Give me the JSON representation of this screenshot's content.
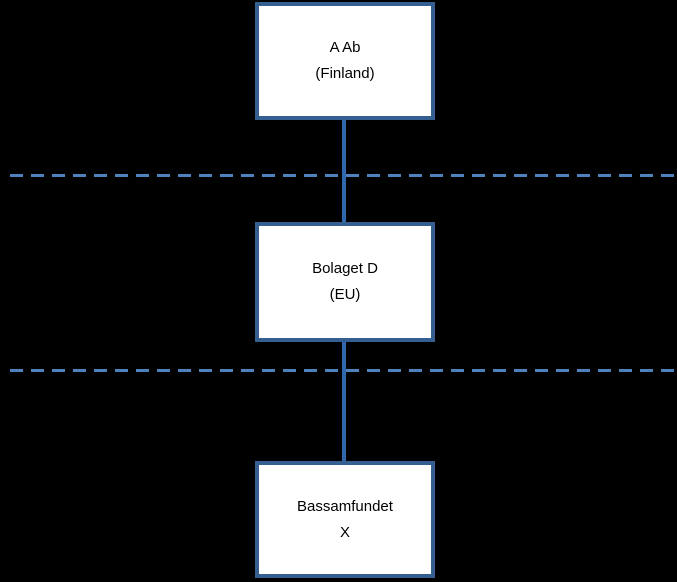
{
  "diagram": {
    "background_color": "#000000",
    "colors": {
      "box_border": "#365f91",
      "box_fill": "#ffffff",
      "connector": "#3068ae",
      "dashed_line": "#4f81bd",
      "text": "#000000"
    },
    "nodes": [
      {
        "id": "a-ab",
        "line1": "A Ab",
        "line2": "(Finland)"
      },
      {
        "id": "bolaget-d",
        "line1": "Bolaget D",
        "line2": "(EU)"
      },
      {
        "id": "bassamfundet-x",
        "line1": "Bassamfundet",
        "line2": "X"
      }
    ],
    "connectors": [
      {
        "from": "a-ab",
        "to": "bolaget-d"
      },
      {
        "from": "bolaget-d",
        "to": "bassamfundet-x"
      }
    ],
    "boundaries": [
      {
        "id": "boundary-1",
        "style": "dashed"
      },
      {
        "id": "boundary-2",
        "style": "dashed"
      }
    ]
  }
}
